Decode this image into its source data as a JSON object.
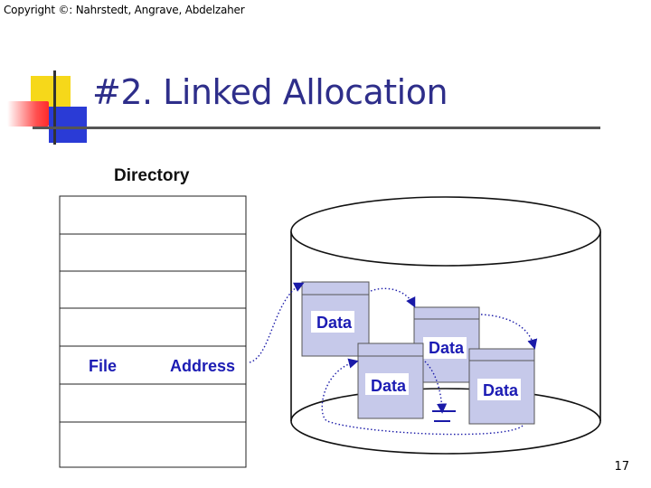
{
  "header": {
    "copyright": "Copyright ©: Nahrstedt, Angrave, Abdelzaher",
    "title": "#2. Linked Allocation"
  },
  "diagram": {
    "directory_label": "Directory",
    "row_labels": {
      "file": "File",
      "address": "Address"
    },
    "blocks": [
      {
        "label": "Data"
      },
      {
        "label": "Data"
      },
      {
        "label": "Data"
      },
      {
        "label": "Data"
      }
    ]
  },
  "footer": {
    "page_number": "17"
  },
  "colors": {
    "title": "#2e2e8a",
    "block_fill": "#c6c9ea",
    "block_text": "#1c1cb4",
    "arrow": "#1a1aa8"
  }
}
